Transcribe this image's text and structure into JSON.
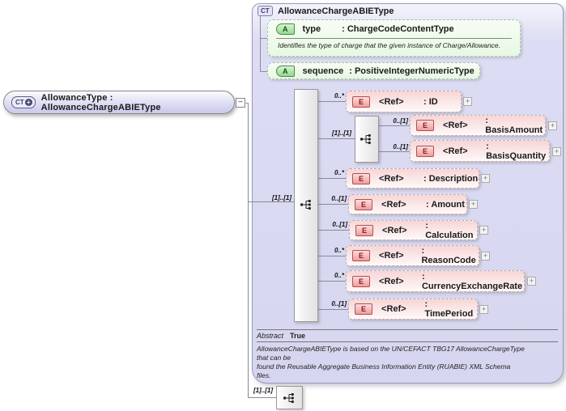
{
  "root_element": {
    "badge": "CT",
    "badge_plus": "+",
    "label": "AllowanceType : AllowanceChargeABIEType",
    "collapse_glyph": "−",
    "cardinality_to_content": "[1]..[1]"
  },
  "complex_type": {
    "badge": "CT",
    "title": "AllowanceChargeABIEType",
    "attributes": [
      {
        "badge": "A",
        "name": "type",
        "type": ": ChargeCodeContentType",
        "annotation": "Identifies the type of charge that the given instance of Charge/Allowance."
      },
      {
        "badge": "A",
        "name": "sequence",
        "type": ": PositiveIntegerNumericType"
      }
    ],
    "sequence_cardinality": "[1]..[1]",
    "elements": [
      {
        "badge": "E",
        "ref": "<Ref>",
        "name": ": ID",
        "cardinality": "0..*",
        "expand": "+"
      },
      {
        "badge": "E",
        "ref": "<Ref>",
        "name": ": BasisAmount",
        "cardinality": "0..[1]",
        "expand": "+"
      },
      {
        "badge": "E",
        "ref": "<Ref>",
        "name": ": BasisQuantity",
        "cardinality": "0..[1]",
        "expand": "+"
      },
      {
        "badge": "E",
        "ref": "<Ref>",
        "name": ": Description",
        "cardinality": "0..*",
        "expand": "+"
      },
      {
        "badge": "E",
        "ref": "<Ref>",
        "name": ": Amount",
        "cardinality": "0..[1]",
        "expand": "+"
      },
      {
        "badge": "E",
        "ref": "<Ref>",
        "name": ": Calculation",
        "cardinality": "0..[1]",
        "expand": "+"
      },
      {
        "badge": "E",
        "ref": "<Ref>",
        "name": ": ReasonCode",
        "cardinality": "0..*",
        "expand": "+"
      },
      {
        "badge": "E",
        "ref": "<Ref>",
        "name": ": CurrencyExchangeRate",
        "cardinality": "0..*",
        "expand": "+"
      },
      {
        "badge": "E",
        "ref": "<Ref>",
        "name": ": TimePeriod",
        "cardinality": "0..[1]",
        "expand": "+"
      }
    ],
    "nested_group_cardinality": "[1]..[1]",
    "abstract_label": "Abstract",
    "abstract_value": "True",
    "annotation": "AllowanceChargeABIEType is based on the UN/CEFACT TBG17 AllowanceChargeType\nthat can be\nfound the Reusable Aggregate Business Information Entity (RUABIE) XML Schema\nfiles."
  },
  "bottom_group": {
    "cardinality": "[1]..[1]"
  },
  "colors": {
    "complex_type_fill": "#d8d8f1",
    "attribute_fill": "#eaf8e4",
    "element_fill": "#f8d5d6",
    "element_badge_border": "#b05050",
    "attribute_badge_border": "#4a8a4a"
  }
}
